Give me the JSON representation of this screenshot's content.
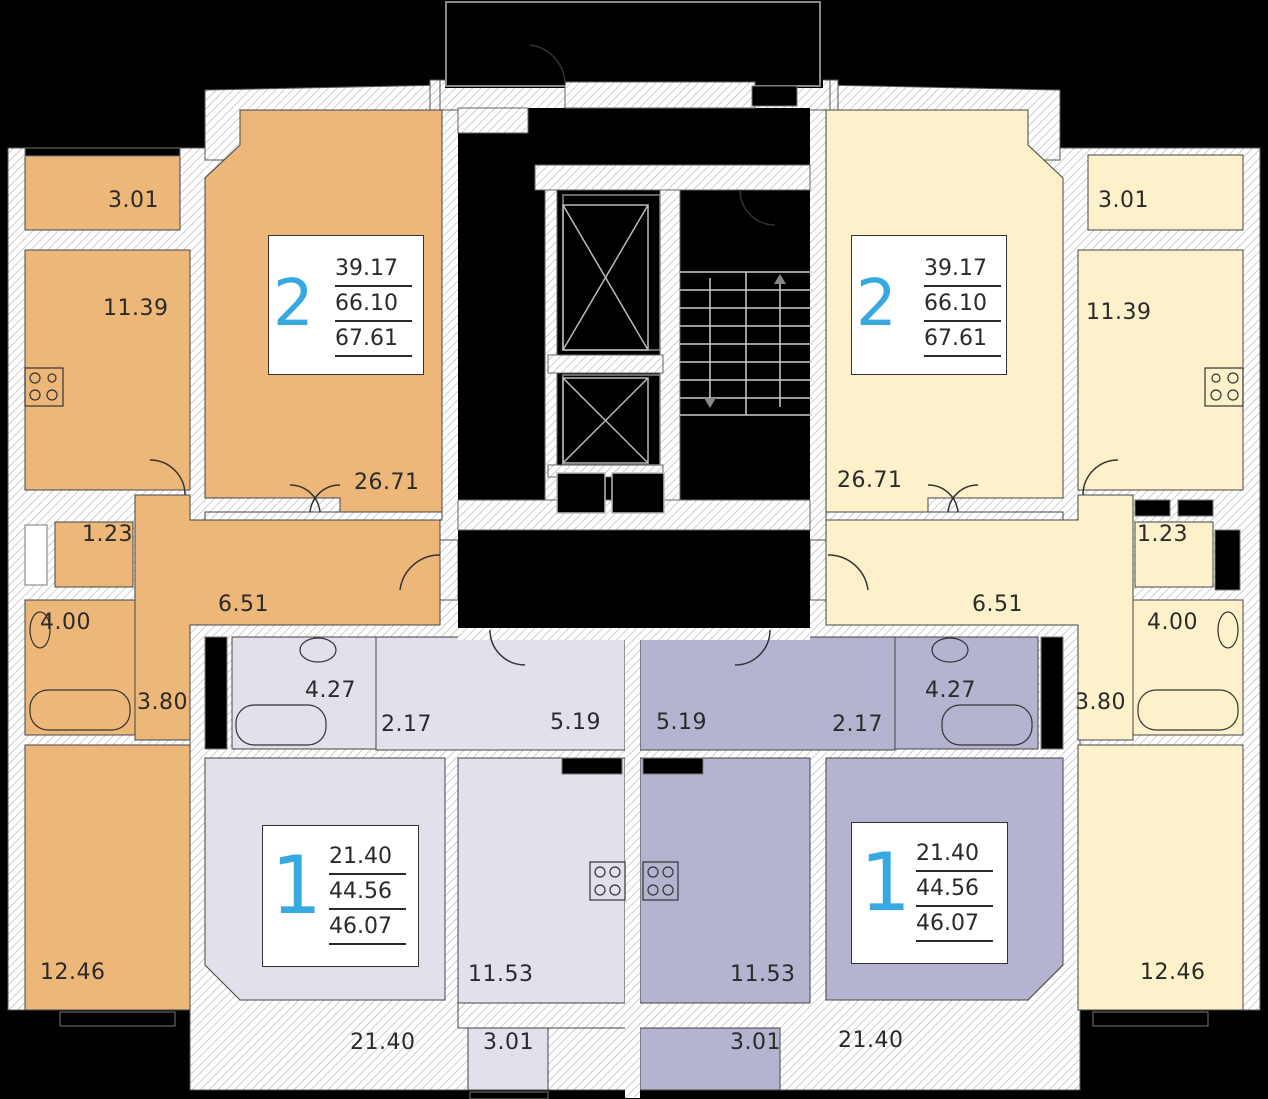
{
  "colors": {
    "apt_2_left": "#ecb779",
    "apt_2_right": "#fdf1cb",
    "apt_1_left": "#e1e1ec",
    "apt_1_right": "#b4b4d0",
    "wall_hatch": "#ffffff",
    "room_count": "#36a9e1",
    "text": "#2a2a2a",
    "core": "#000000"
  },
  "apartments": [
    {
      "id": "apt-2-left",
      "rooms": "2",
      "living_area": "39.17",
      "total_area": "66.10",
      "total_area_balcony": "67.61",
      "room_areas": {
        "balcony": "3.01",
        "kitchen": "11.39",
        "living": "26.71",
        "wc": "1.23",
        "hall": "6.51",
        "bath": "4.00",
        "corridor": "3.80",
        "bedroom": "12.46"
      }
    },
    {
      "id": "apt-2-right",
      "rooms": "2",
      "living_area": "39.17",
      "total_area": "66.10",
      "total_area_balcony": "67.61",
      "room_areas": {
        "balcony": "3.01",
        "kitchen": "11.39",
        "living": "26.71",
        "wc": "1.23",
        "hall": "6.51",
        "bath": "4.00",
        "corridor": "3.80",
        "bedroom": "12.46"
      }
    },
    {
      "id": "apt-1-left",
      "rooms": "1",
      "living_area": "21.40",
      "total_area": "44.56",
      "total_area_balcony": "46.07",
      "room_areas": {
        "bath": "4.27",
        "corridor": "2.17",
        "hall": "5.19",
        "kitchen": "11.53",
        "balcony": "3.01",
        "living": "21.40"
      }
    },
    {
      "id": "apt-1-right",
      "rooms": "1",
      "living_area": "21.40",
      "total_area": "44.56",
      "total_area_balcony": "46.07",
      "room_areas": {
        "bath": "4.27",
        "corridor": "2.17",
        "hall": "5.19",
        "kitchen": "11.53",
        "balcony": "3.01",
        "living": "21.40"
      }
    }
  ]
}
